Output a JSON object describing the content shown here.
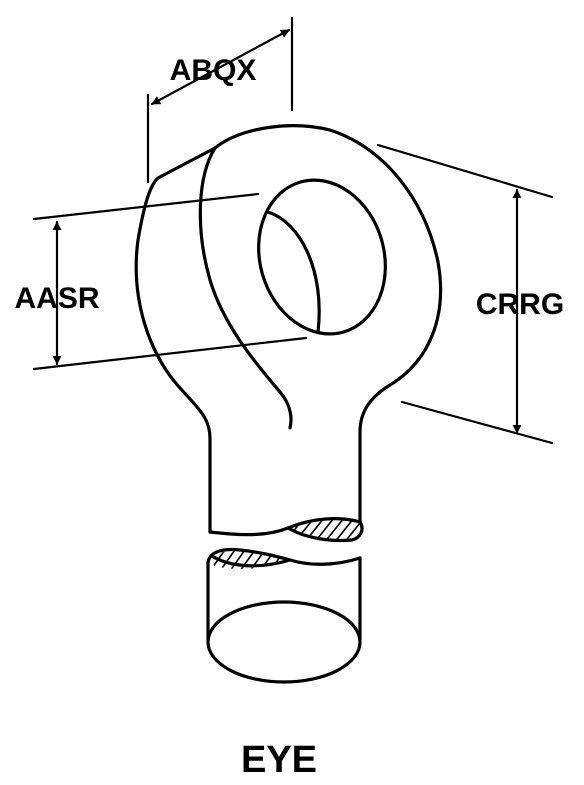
{
  "diagram": {
    "title": "EYE",
    "dimensions": {
      "abqx": "ABQX",
      "aasr": "AASR",
      "crrg": "CRRG"
    }
  }
}
